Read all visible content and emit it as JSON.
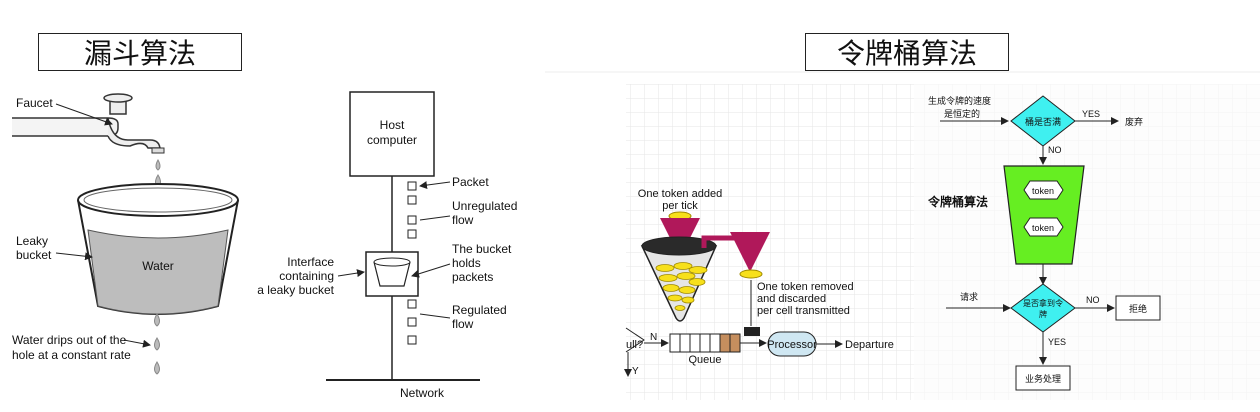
{
  "left": {
    "title": "漏斗算法",
    "bucket_figure": {
      "faucet": "Faucet",
      "leaky_bucket": [
        "Leaky",
        "bucket"
      ],
      "water": "Water",
      "drips": [
        "Water drips out of the",
        "hole at a constant rate"
      ]
    },
    "host_figure": {
      "host": [
        "Host",
        "computer"
      ],
      "packet": "Packet",
      "unregulated": [
        "Unregulated",
        "flow"
      ],
      "bucket_holds": [
        "The bucket",
        "holds",
        "packets"
      ],
      "interface": [
        "Interface",
        "containing",
        "a leaky bucket"
      ],
      "regulated": [
        "Regulated",
        "flow"
      ],
      "network": "Network"
    }
  },
  "right": {
    "title": "令牌桶算法",
    "token_figure": {
      "added": [
        "One token added",
        "per tick"
      ],
      "removed": [
        "One token removed",
        "and discarded",
        "per cell transmitted"
      ],
      "full": "ull?",
      "n": "N",
      "y": "Y",
      "queue": "Queue",
      "processor": "Processor",
      "departure": "Departure"
    },
    "flowchart": {
      "rate": [
        "生成令牌的速度",
        "是恒定的"
      ],
      "bucket_full": "桶是否满",
      "yes1": "YES",
      "discard": "废弃",
      "no1": "NO",
      "algo_label": "令牌桶算法",
      "token1": "token",
      "token2": "token",
      "request": "请求",
      "got_token": [
        "是否拿到令",
        "牌"
      ],
      "no2": "NO",
      "reject": "拒绝",
      "yes2": "YES",
      "process": "业务处理"
    },
    "colors": {
      "diamond": "#3ff0f0",
      "bucket": "#66ee22",
      "token": "#f7e01b",
      "arrow": "#b0185a"
    }
  }
}
